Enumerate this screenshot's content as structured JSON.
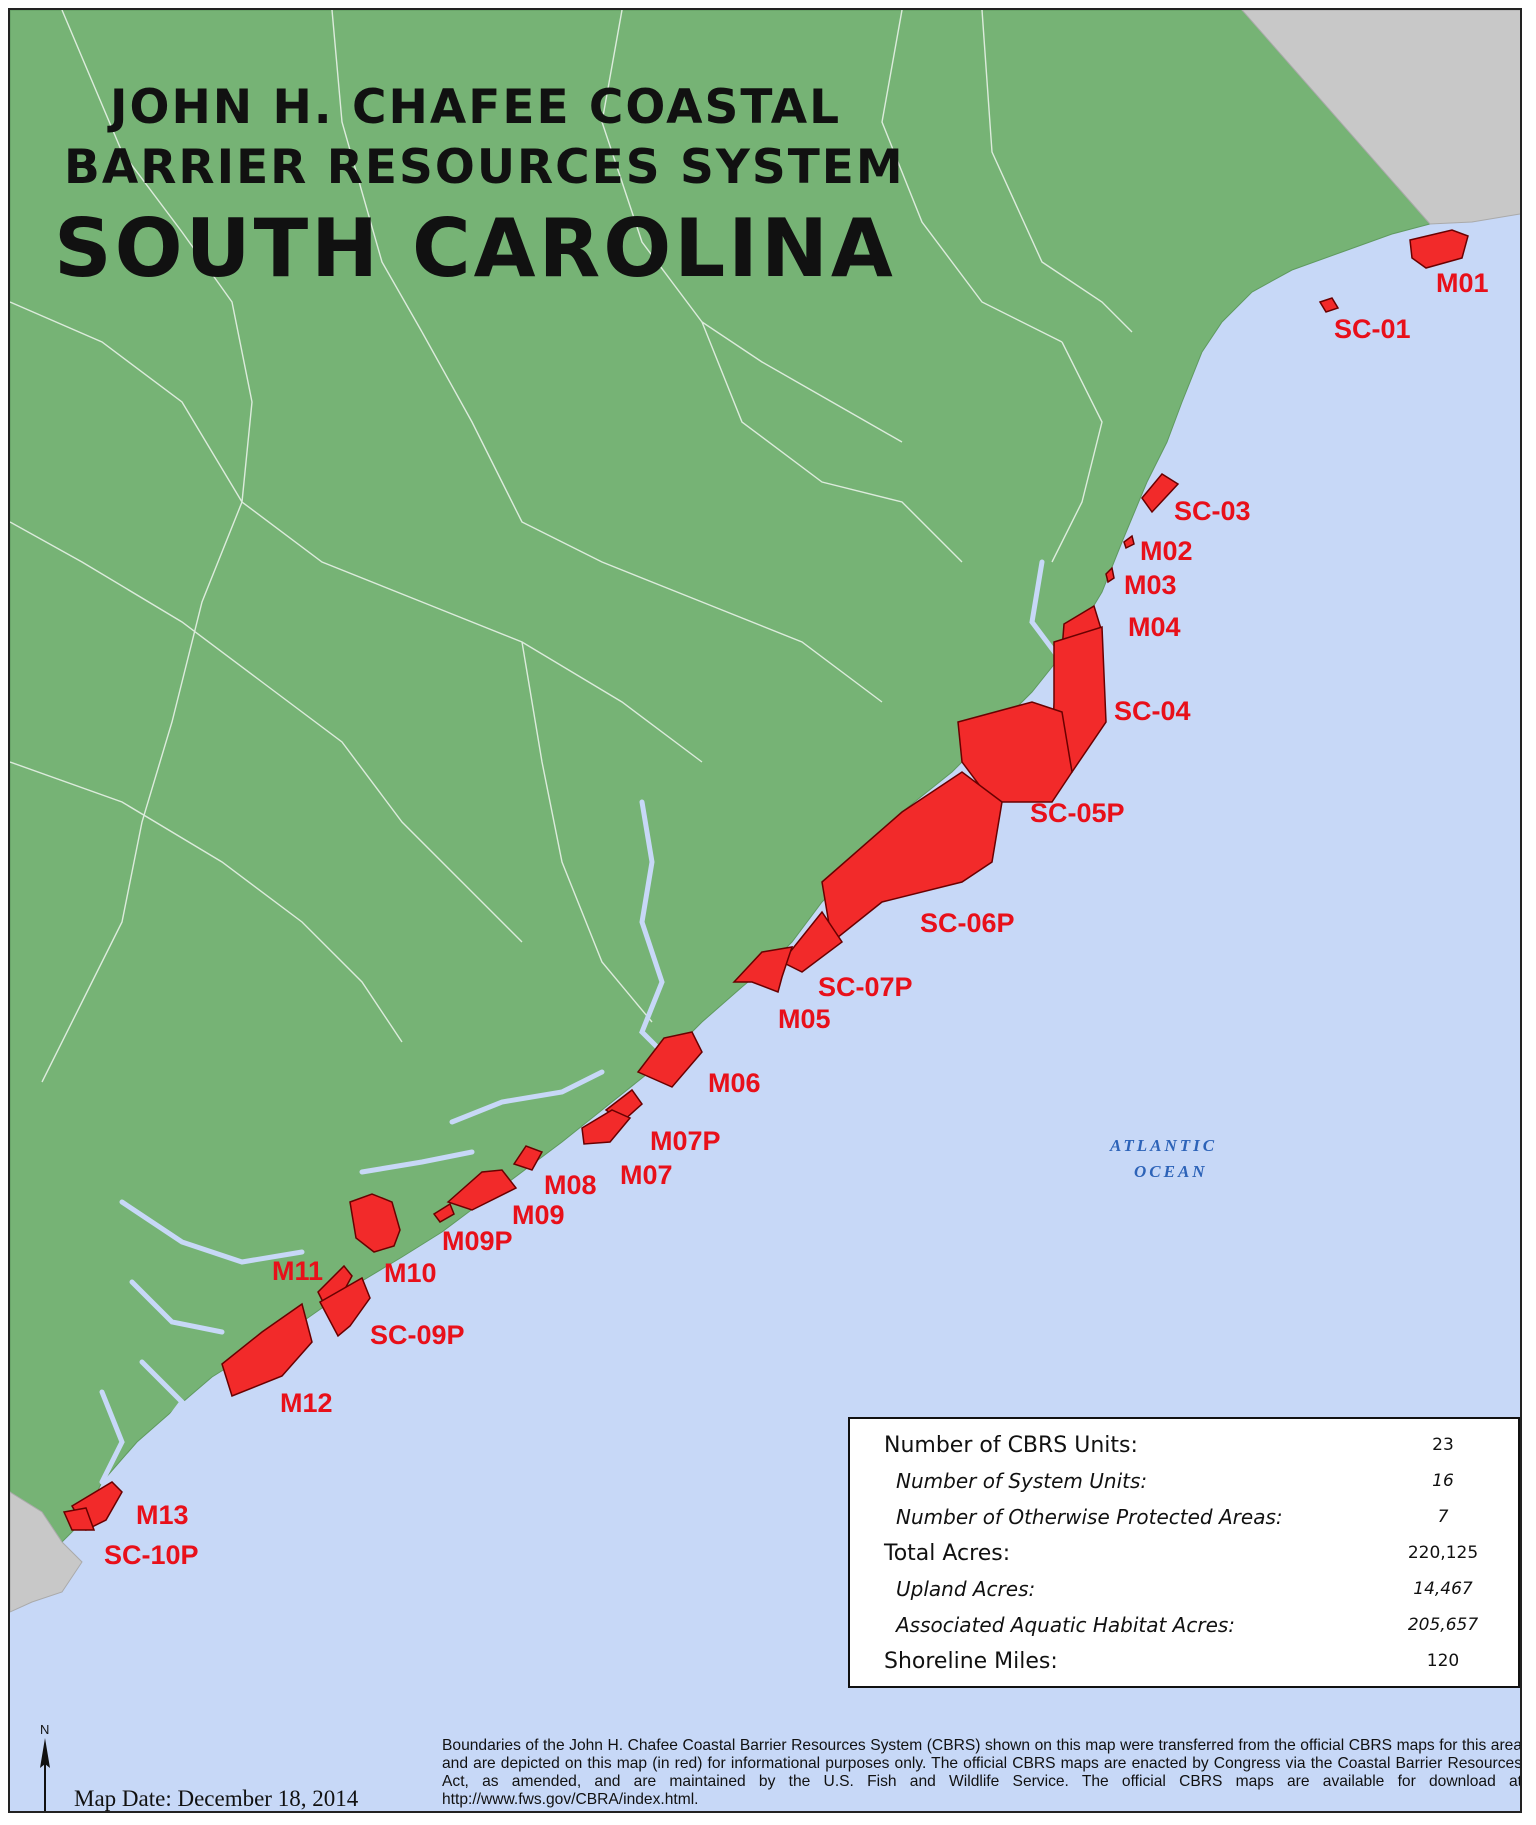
{
  "title": {
    "line1": "JOHN H. CHAFEE COASTAL",
    "line2": "BARRIER RESOURCES SYSTEM",
    "line3": "SOUTH CAROLINA"
  },
  "colors": {
    "land": "#76b375",
    "ocean": "#c7d8f7",
    "neighbor_state": "#c8c8c8",
    "cbrs_unit": "#f22a2a",
    "unit_label": "#e8101a",
    "ocean_label": "#2d63b8"
  },
  "unit_labels": [
    "M01",
    "SC-01",
    "SC-03",
    "M02",
    "M03",
    "M04",
    "SC-04",
    "SC-05P",
    "SC-06P",
    "SC-07P",
    "M05",
    "M06",
    "M07P",
    "M07",
    "M08",
    "M09",
    "M09P",
    "M10",
    "M11",
    "SC-09P",
    "M12",
    "M13",
    "SC-10P"
  ],
  "ocean_label": {
    "line1": "ATLANTIC",
    "line2": "OCEAN"
  },
  "stats": {
    "rows": [
      {
        "label": "Number of CBRS Units:",
        "value": "23",
        "sub": false
      },
      {
        "label": "Number of System Units:",
        "value": "16",
        "sub": true
      },
      {
        "label": "Number of Otherwise Protected Areas:",
        "value": "7",
        "sub": true
      },
      {
        "label": "Total Acres:",
        "value": "220,125",
        "sub": false
      },
      {
        "label": "Upland Acres:",
        "value": "14,467",
        "sub": true
      },
      {
        "label": "Associated Aquatic Habitat Acres:",
        "value": "205,657",
        "sub": true
      },
      {
        "label": "Shoreline Miles:",
        "value": "120",
        "sub": false
      }
    ]
  },
  "disclaimer": "Boundaries of the John H. Chafee Coastal Barrier Resources System (CBRS) shown on this map were transferred from the official CBRS maps for this area and are depicted on this map (in red) for informational purposes only.  The official CBRS maps are enacted by Congress via the Coastal Barrier Resources Act, as amended, and are maintained by the U.S. Fish and Wildlife Service.  The official CBRS maps are available for download at http://www.fws.gov/CBRA/index.html.",
  "map_date": "Map Date: December 18, 2014",
  "north_label": "N",
  "icons": {
    "north_arrow": "north-arrow-icon"
  }
}
